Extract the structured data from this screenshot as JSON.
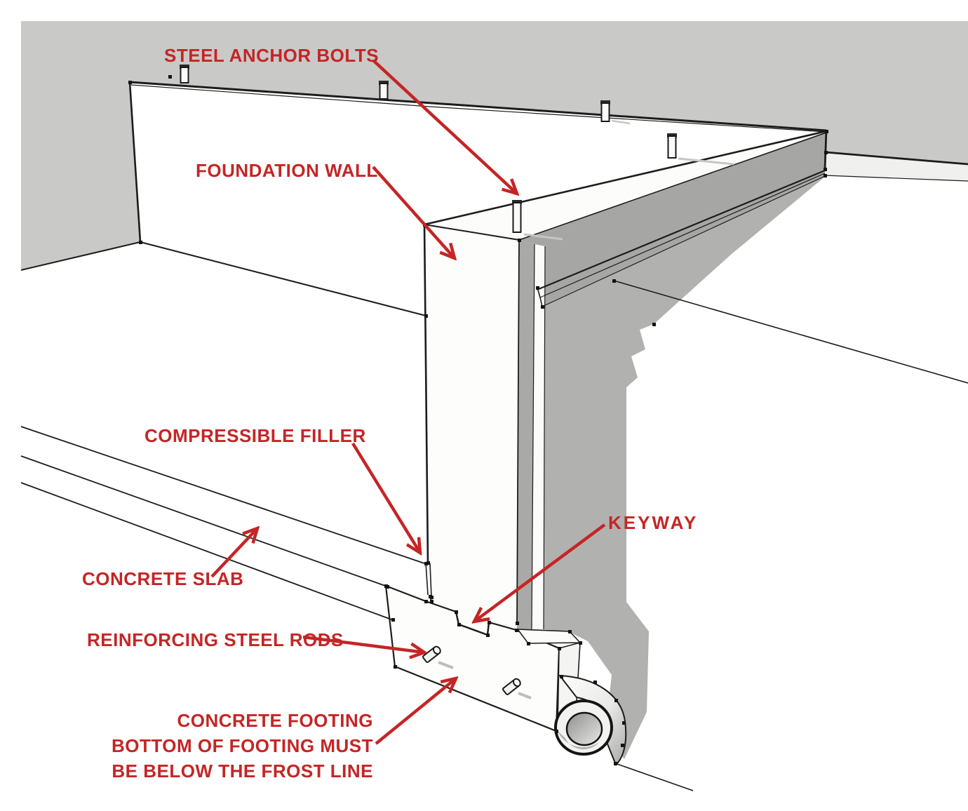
{
  "title": "Foundation wall and footing construction diagram",
  "style": {
    "background_color": "#ffffff",
    "annotation_color": "#c52525",
    "line_color": "#1c1c1c",
    "ground_color": "#c9c9c7",
    "wall_shade_color": "#a6a6a4",
    "cast_shadow_color": "#b1b1af",
    "light_band_color": "#f0f0ee"
  },
  "annotations": {
    "steel_anchor_bolts": "STEEL ANCHOR BOLTS",
    "foundation_wall": "FOUNDATION WALL",
    "compressible_filler": "COMPRESSIBLE FILLER",
    "concrete_slab": "CONCRETE SLAB",
    "keyway": "KEYWAY",
    "reinforcing_steel_rods": "REINFORCING STEEL RODS",
    "concrete_footing_line1": "CONCRETE FOOTING",
    "concrete_footing_line2": "BOTTOM OF FOOTING MUST",
    "concrete_footing_line3": "BE BELOW THE FROST LINE"
  },
  "scene": {
    "anchor_bolt_count": 5,
    "reinforcing_rod_count": 2,
    "elements": [
      "ground-plane",
      "foundation-wall-interior-face",
      "foundation-wall-top-face",
      "wall-section-cut-face",
      "compressible-filler-joint",
      "concrete-slab-edge",
      "concrete-footing-cross-section",
      "keyway-notch",
      "reinforcing-steel-rods",
      "drain-pipe",
      "wall-cast-shadow"
    ]
  }
}
